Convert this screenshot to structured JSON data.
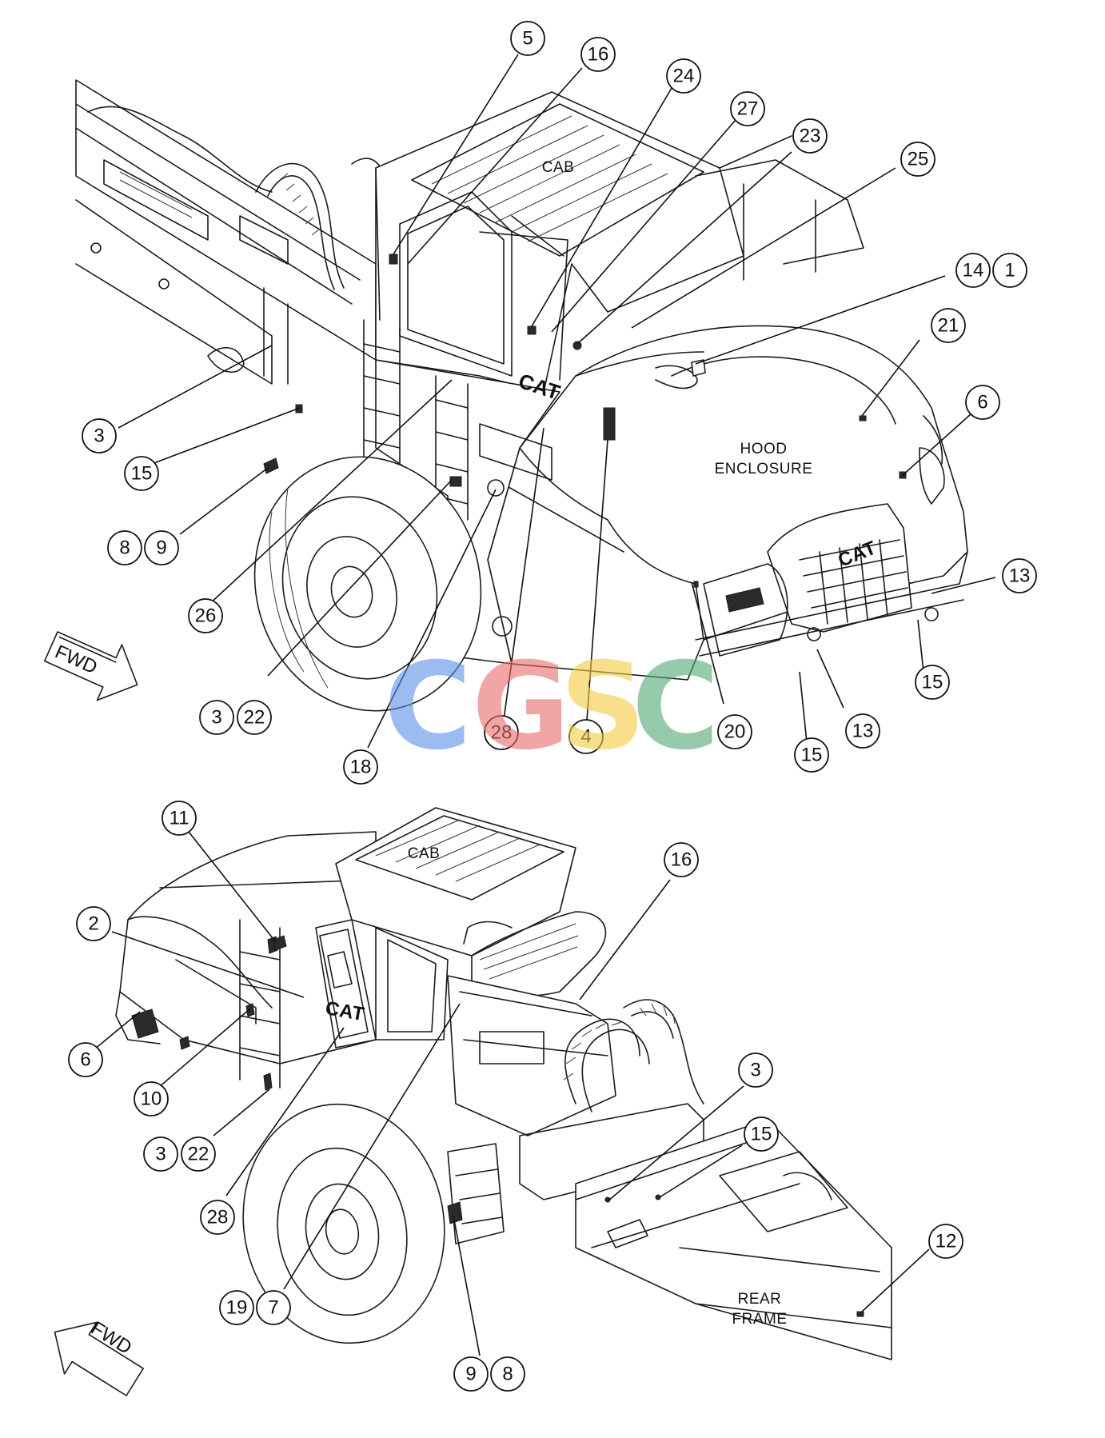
{
  "watermark": {
    "letters": [
      "C",
      "G",
      "S",
      "C"
    ],
    "colors": [
      "#5b8fe8",
      "#e86a6a",
      "#f3cb40",
      "#4fa874"
    ]
  },
  "top_view": {
    "labels": {
      "cab": "CAB",
      "hood_line1": "HOOD",
      "hood_line2": "ENCLOSURE",
      "brand": "CAT"
    },
    "fwd": "FWD",
    "callouts": [
      "5",
      "16",
      "24",
      "27",
      "23",
      "25",
      "14",
      "1",
      "21",
      "6",
      "3",
      "15",
      "8",
      "9",
      "26",
      "3",
      "22",
      "18",
      "28",
      "4",
      "20",
      "13",
      "15",
      "13",
      "15"
    ]
  },
  "bottom_view": {
    "labels": {
      "cab": "CAB",
      "rear_line1": "REAR",
      "rear_line2": "FRAME",
      "brand": "CAT"
    },
    "fwd": "FWD",
    "callouts": [
      "11",
      "2",
      "6",
      "10",
      "3",
      "22",
      "28",
      "19",
      "7",
      "16",
      "3",
      "15",
      "12",
      "9",
      "8"
    ]
  },
  "icons": {
    "arrow": "fwd-arrow-icon",
    "brand": "cat-logo-icon"
  }
}
